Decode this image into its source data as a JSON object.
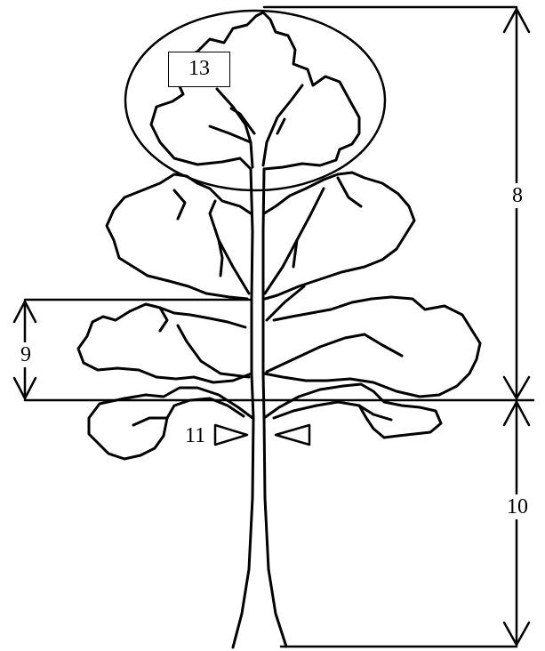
{
  "labels": {
    "dim_total_height": "8",
    "dim_leaf_blade": "9",
    "dim_petiole": "10",
    "marker_arrows": "11",
    "terminal_leaflet": "13"
  },
  "colors": {
    "ink": "#000000",
    "background": "#ffffff"
  }
}
